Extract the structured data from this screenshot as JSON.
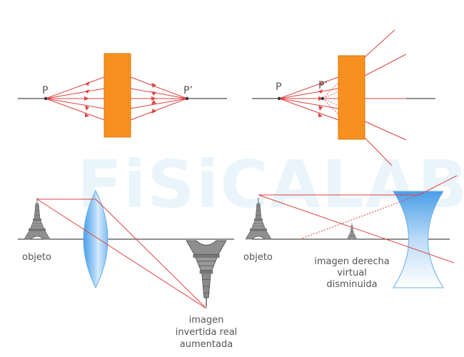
{
  "watermark": "FiSiCALAB",
  "top_left": {
    "object_point": "P",
    "image_point": "P’"
  },
  "top_right": {
    "object_point": "P",
    "image_point": "P’"
  },
  "bottom_left": {
    "object_label": "objeto",
    "image_label_lines": [
      "imagen",
      "invertida real",
      "aumentada"
    ]
  },
  "bottom_right": {
    "object_label": "objeto",
    "image_label_lines": [
      "imagen derecha",
      "virtual",
      "disminuida"
    ]
  },
  "colors": {
    "ray": "#e04040",
    "slab": "#f7901e",
    "slab_border": "#d8780e",
    "axis": "#222222",
    "lens_light": "#cfe6fb",
    "lens_dark": "#4a9fe8",
    "tower": "#666666"
  },
  "icons": [
    "eiffel-tower-icon",
    "lens-icon"
  ]
}
